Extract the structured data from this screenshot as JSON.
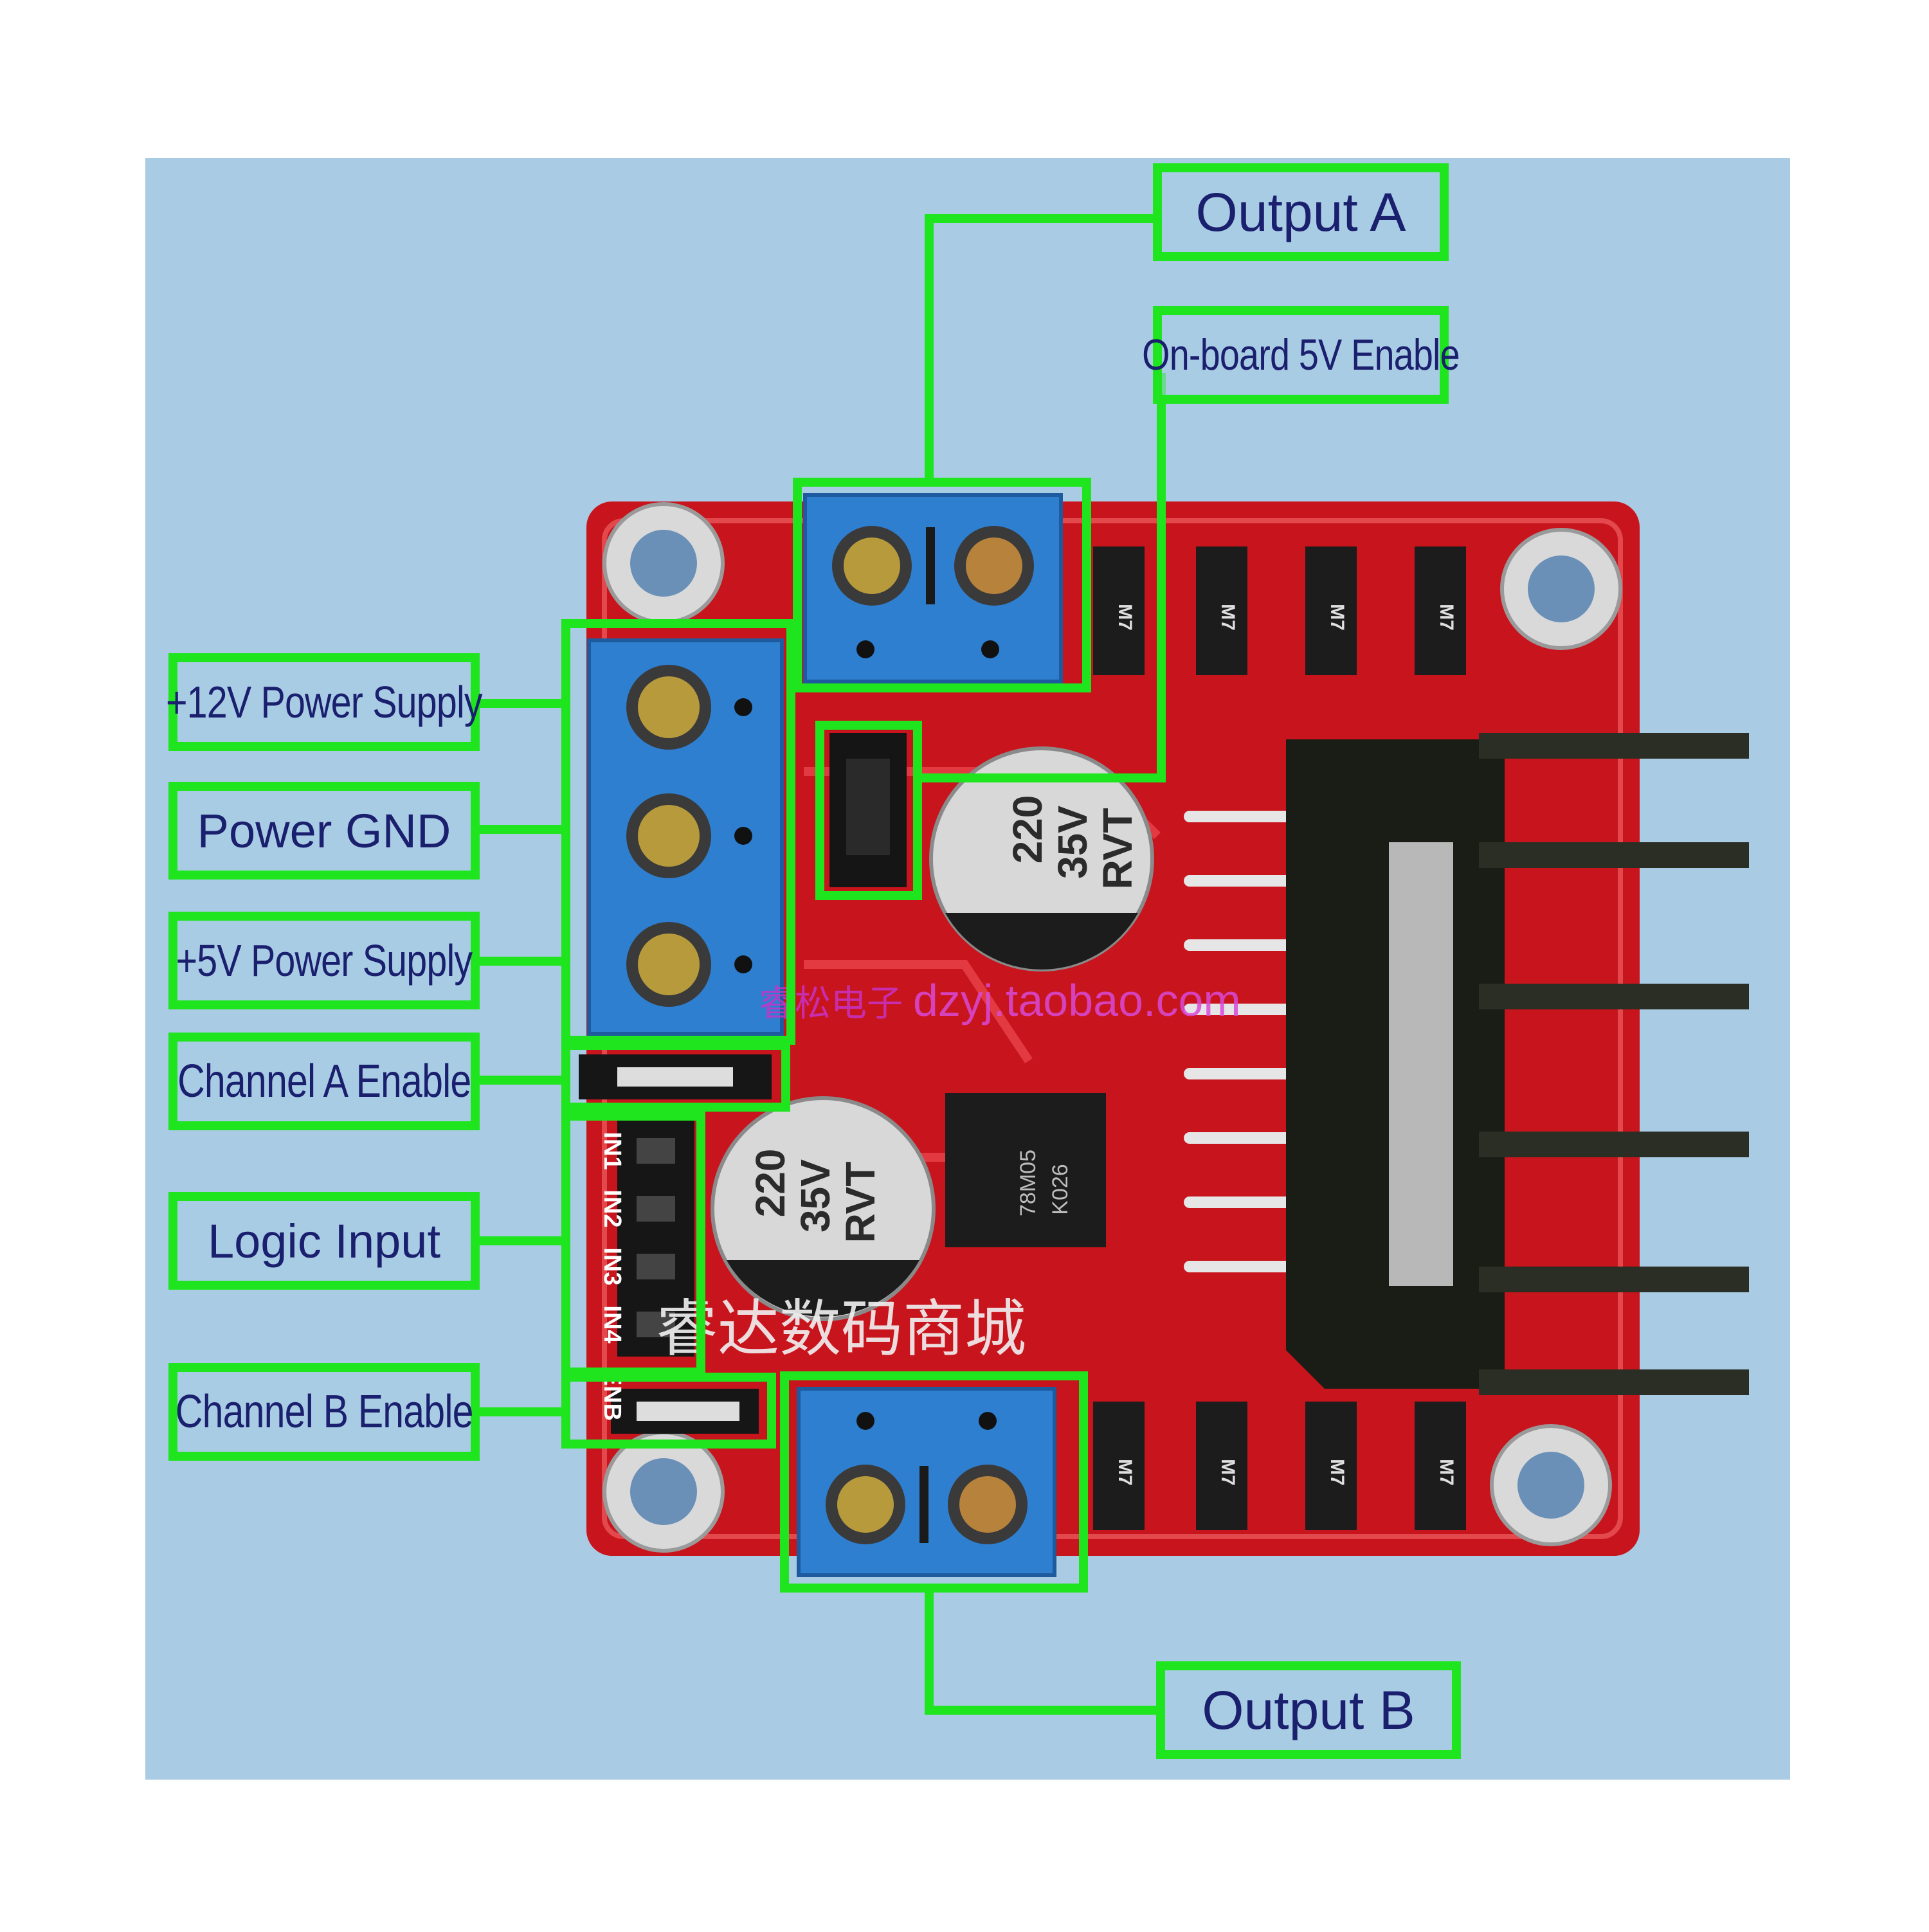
{
  "labels": {
    "output_a": "Output A",
    "onboard_5v_enable": "On-board 5V Enable",
    "plus_12v_supply": "+12V Power Supply",
    "power_gnd": "Power GND",
    "plus_5v_supply": "+5V Power Supply",
    "channel_a_enable": "Channel A Enable",
    "logic_input": "Logic Input",
    "channel_b_enable": "Channel B Enable",
    "output_b": "Output B"
  },
  "board": {
    "capacitor_1": [
      "220",
      "35V",
      "RVT"
    ],
    "capacitor_2": [
      "220",
      "35V",
      "RVT"
    ],
    "regulator": [
      "78M05",
      "K026"
    ],
    "diode_mark": "M7",
    "pin_labels": [
      "IN1",
      "IN2",
      "IN3",
      "IN4"
    ],
    "ena_label": "ENB",
    "watermark": "dzyj.taobao.com",
    "watermark_cn": "睿松电子",
    "store_name": "睿达数码商城"
  },
  "colors": {
    "background": "#a9cbe3",
    "label_border": "#1fe51f",
    "label_text": "#1a1f6e",
    "pcb": "#c8141c",
    "terminal": "#2f7fd0"
  }
}
